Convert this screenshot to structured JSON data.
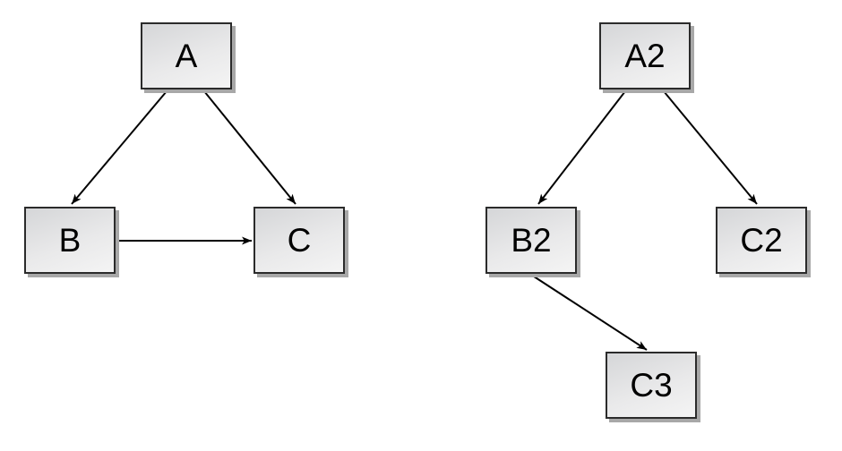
{
  "diagram": {
    "description": "Two directed graphs of light-gray rectangular nodes connected by black arrows",
    "background_color": "#ffffff",
    "node_style": {
      "fill_top": "#d5d6d8",
      "fill_bottom": "#f4f4f4",
      "border_color": "#2b2b2b",
      "shadow_color": "#a8a8a8",
      "text_color": "#000000"
    },
    "edge_style": {
      "line_color": "#000000",
      "arrowhead": "filled-barbed"
    },
    "graphs": [
      {
        "name": "left-graph",
        "nodes": [
          {
            "id": "A",
            "label": "A"
          },
          {
            "id": "B",
            "label": "B"
          },
          {
            "id": "C",
            "label": "C"
          }
        ],
        "edges": [
          {
            "from": "A",
            "to": "B"
          },
          {
            "from": "A",
            "to": "C"
          },
          {
            "from": "B",
            "to": "C"
          }
        ]
      },
      {
        "name": "right-graph",
        "nodes": [
          {
            "id": "A2",
            "label": "A2"
          },
          {
            "id": "B2",
            "label": "B2"
          },
          {
            "id": "C2",
            "label": "C2"
          },
          {
            "id": "C3",
            "label": "C3"
          }
        ],
        "edges": [
          {
            "from": "A2",
            "to": "B2"
          },
          {
            "from": "A2",
            "to": "C2"
          },
          {
            "from": "B2",
            "to": "C3"
          }
        ]
      }
    ]
  }
}
